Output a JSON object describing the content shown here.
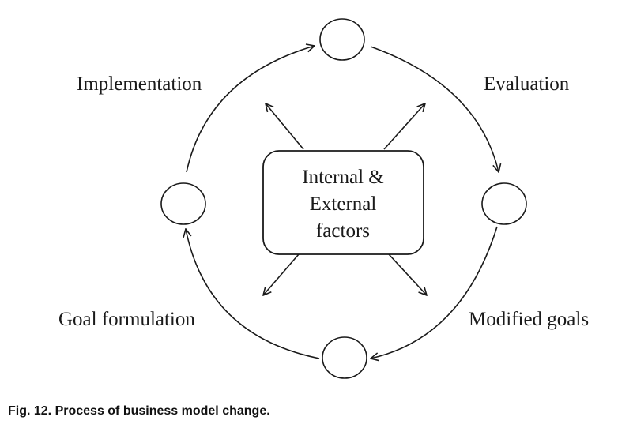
{
  "diagram": {
    "stages": {
      "implementation": "Implementation",
      "evaluation": "Evaluation",
      "modified_goals": "Modified goals",
      "goal_formulation": "Goal formulation"
    },
    "center": {
      "lines": [
        "Internal &",
        "External",
        "factors"
      ]
    }
  },
  "caption": "Fig. 12. Process of business model change."
}
